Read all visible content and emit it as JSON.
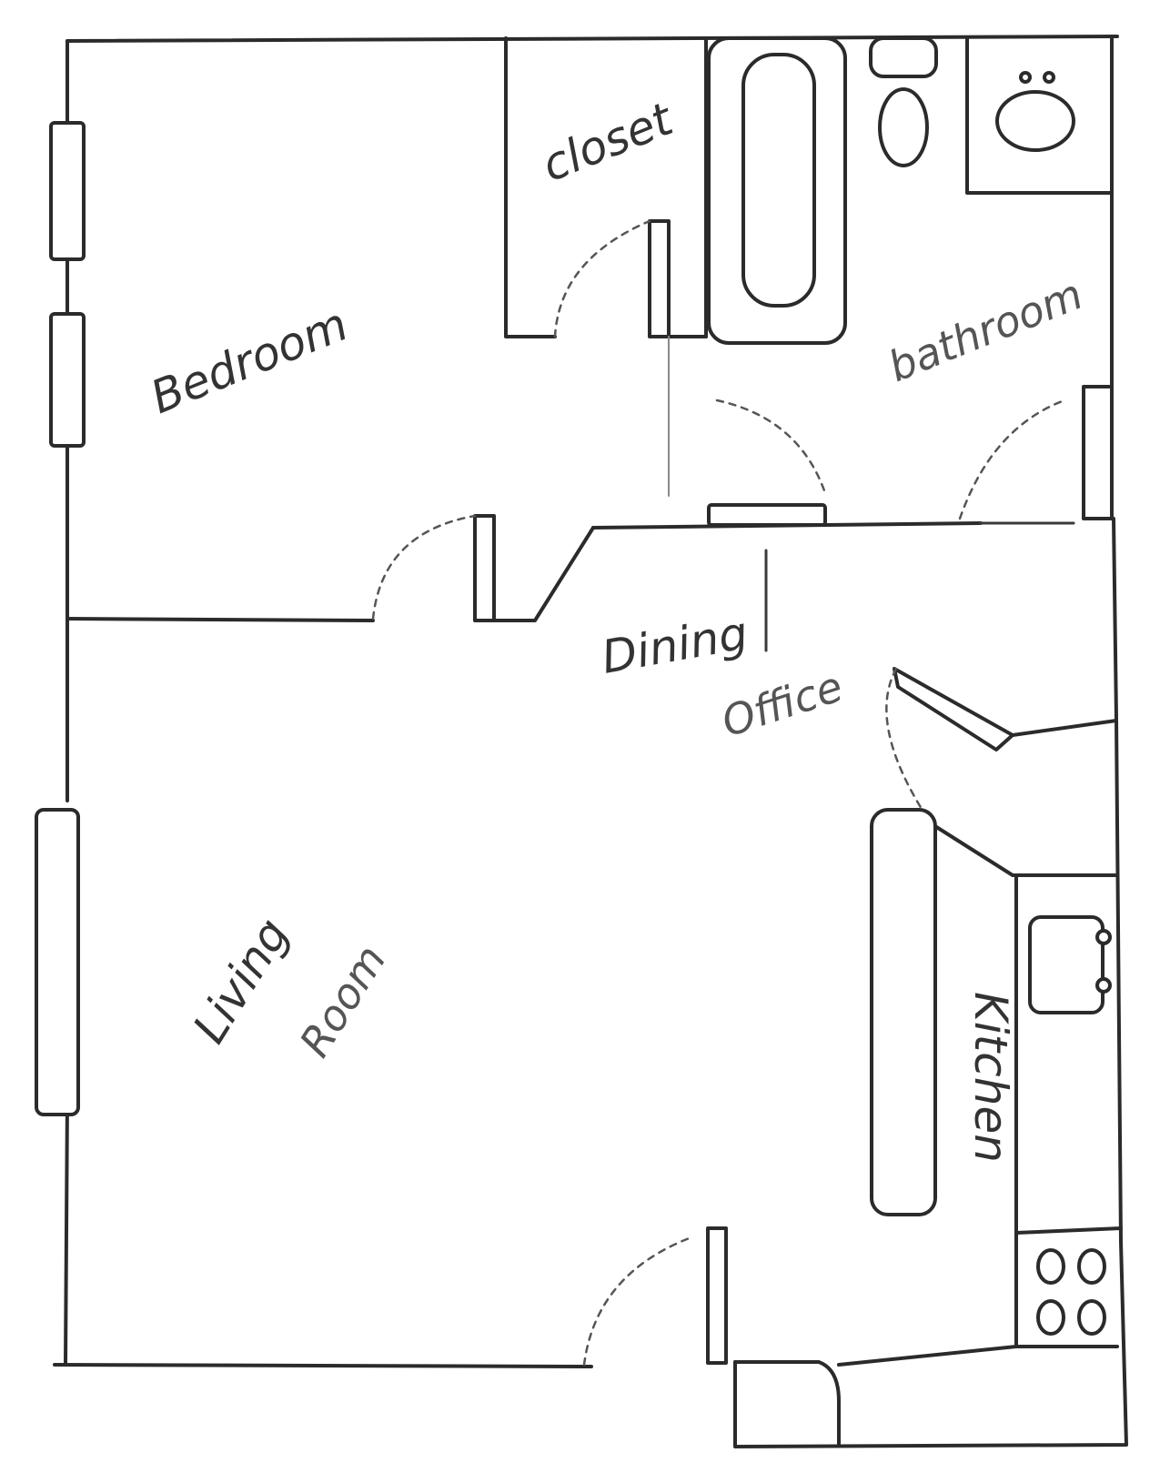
{
  "plan": {
    "rooms": {
      "closet": "closet",
      "bedroom": "Bedroom",
      "bathroom": "bathroom",
      "dining": "Dining",
      "office": "Office",
      "living": "Living",
      "room": "Room",
      "kitchen": "Kitchen"
    },
    "colors": {
      "ink": "#2b2b2b",
      "paper": "#ffffff"
    }
  }
}
